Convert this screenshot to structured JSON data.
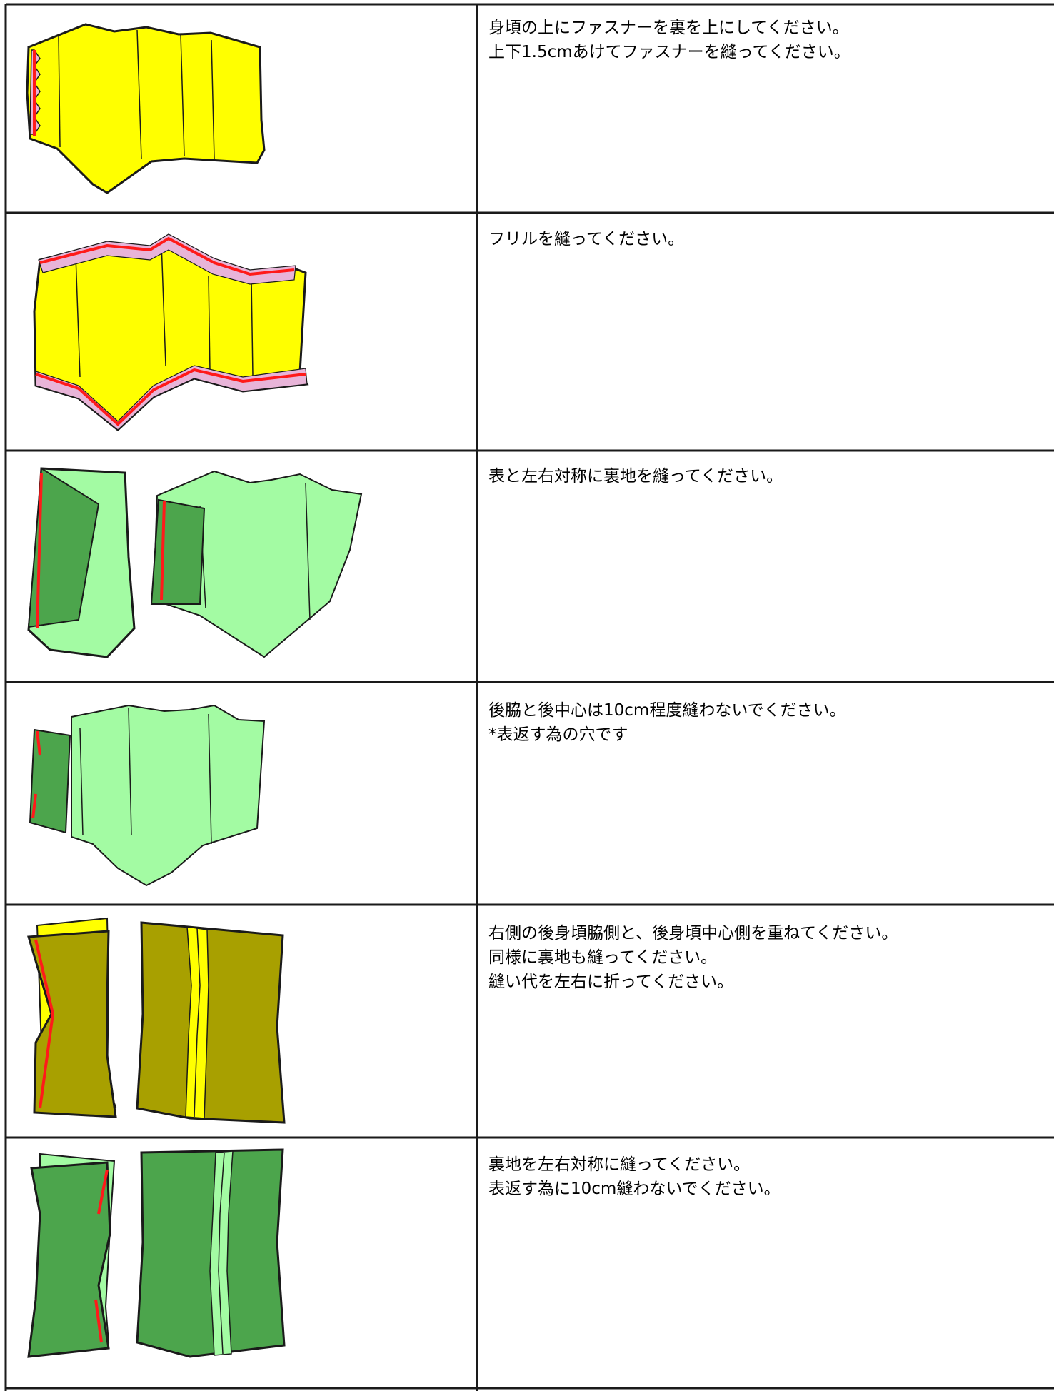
{
  "colors": {
    "outer_fabric": "#ffff00",
    "outer_fabric_dark": "#a8a000",
    "lining_light": "#a3fba3",
    "lining_dark": "#4ca54c",
    "frill": "#e8b4d8",
    "stitch": "#ff1a1a",
    "outline": "#1a1a1a"
  },
  "steps": [
    {
      "instruction": "身頃の上にファスナーを裏を上にしてください。\n上下1.5cmあけてファスナーを縫ってください。",
      "illustration": "zipper-on-bodice"
    },
    {
      "instruction": "フリルを縫ってください。",
      "illustration": "frill-on-bodice"
    },
    {
      "instruction": "表と左右対称に裏地を縫ってください。",
      "illustration": "lining-symmetric"
    },
    {
      "instruction": "後脇と後中心は10cm程度縫わないでください。\n*表返す為の穴です",
      "illustration": "lining-openings"
    },
    {
      "instruction": "右側の後身頃脇側と、後身頃中心側を重ねてください。\n同様に裏地も縫ってください。\n縫い代を左右に折ってください。",
      "illustration": "back-panels-overlap"
    },
    {
      "instruction": "裏地を左右対称に縫ってください。\n表返す為に10cm縫わないでください。",
      "illustration": "lining-back-panels"
    }
  ]
}
